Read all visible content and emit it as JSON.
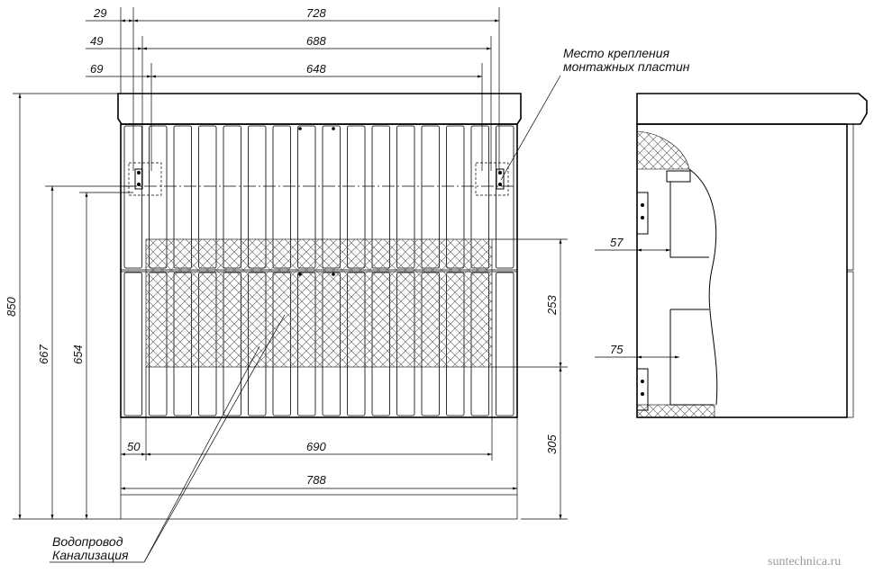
{
  "dimensions": {
    "top": [
      "29",
      "728",
      "49",
      "688",
      "69",
      "648"
    ],
    "left": [
      "850",
      "667",
      "654"
    ],
    "right": [
      "253",
      "305"
    ],
    "bottom": [
      "50",
      "690",
      "788"
    ],
    "side": [
      "57",
      "75"
    ]
  },
  "labels": {
    "mounting_line1": "Место крепления",
    "mounting_line2": "монтажных пластин",
    "water_line1": "Водопровод",
    "water_line2": "Канализация"
  },
  "watermark": "suntechnica.ru"
}
